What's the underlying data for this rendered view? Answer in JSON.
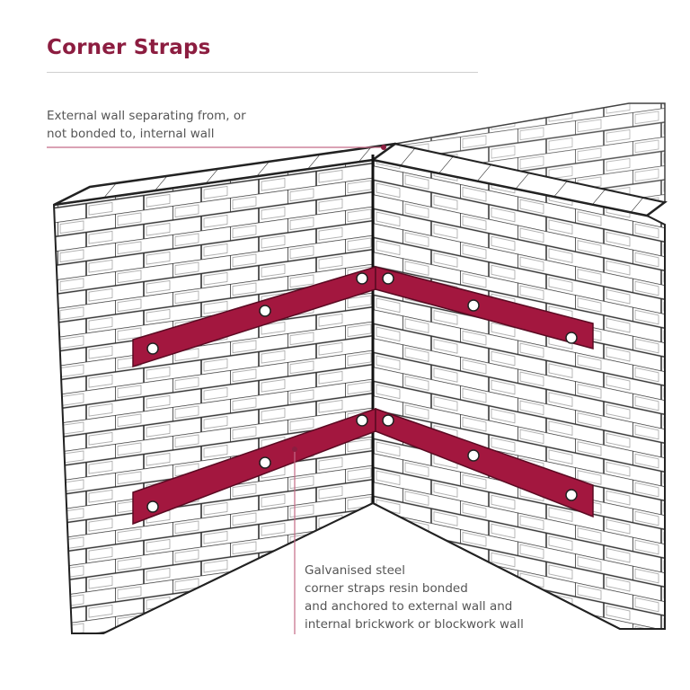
{
  "title": "Corner Straps",
  "annotations": {
    "external_wall": [
      "External wall separating from, or",
      "not bonded to, internal wall"
    ],
    "straps": [
      "Galvanised steel",
      "corner straps resin bonded",
      "and anchored to external wall and",
      "internal brickwork or blockwork wall"
    ]
  },
  "colors": {
    "accent": "#8c1d40",
    "strap": "#a3173f",
    "leader": "#c46a86"
  }
}
